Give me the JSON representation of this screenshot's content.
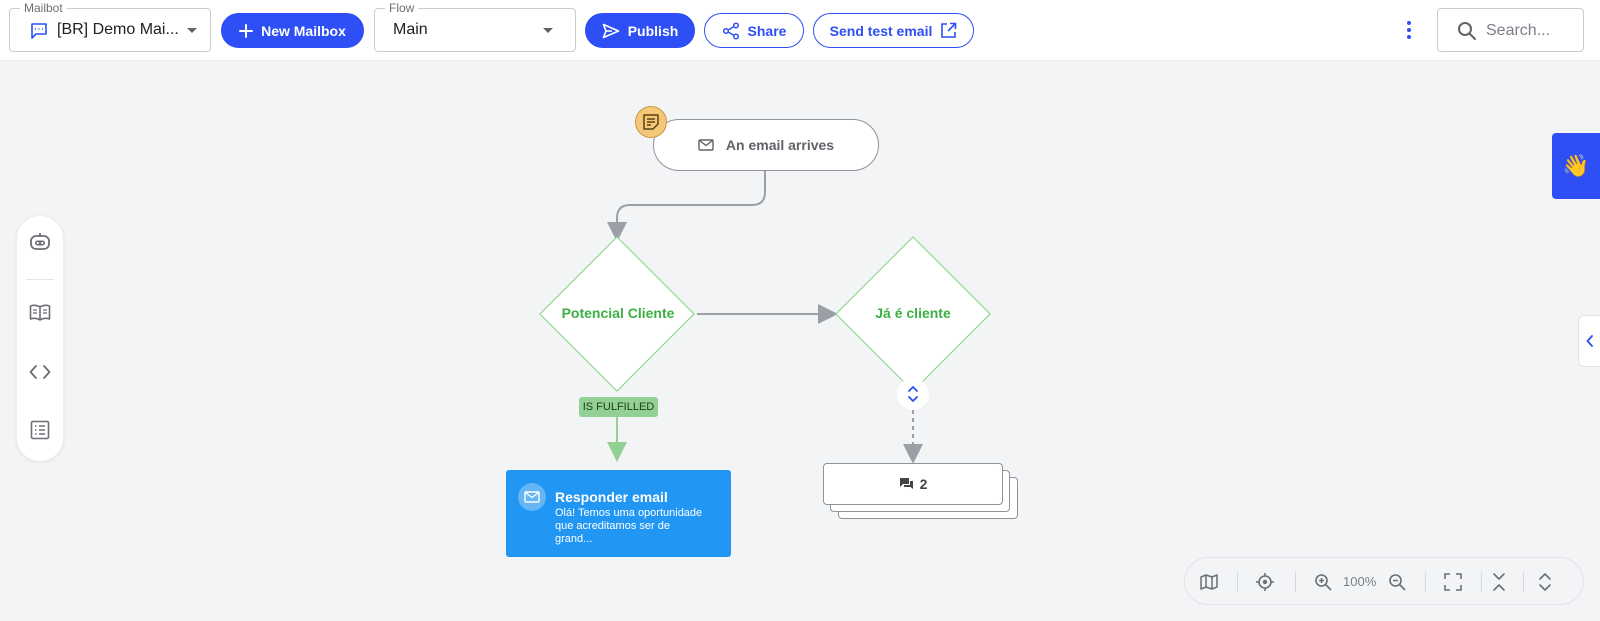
{
  "toolbar": {
    "mailbot": {
      "label": "Mailbot",
      "value": "[BR] Demo Mai..."
    },
    "new_mailbox_label": "New Mailbox",
    "flow": {
      "label": "Flow",
      "value": "Main"
    },
    "publish_label": "Publish",
    "share_label": "Share",
    "send_test_label": "Send test email",
    "search_placeholder": "Search..."
  },
  "flow": {
    "trigger": {
      "label": "An email arrives"
    },
    "conditions": [
      {
        "label": "Potencial Cliente"
      },
      {
        "label": "Já é cliente"
      }
    ],
    "branch_badge": "IS FULFILLED",
    "action": {
      "title": "Responder email",
      "description": "Olá! Temos uma oportunidade que acreditamos ser de grand..."
    },
    "grouped_nodes_count": "2"
  },
  "help_tab_emoji": "👋",
  "zoom": {
    "level": "100%"
  },
  "colors": {
    "primary": "#2d4ff5",
    "condition_green": "#3cb043",
    "action_blue": "#2196f3",
    "fulfilled_badge": "#93d093",
    "note_badge": "#f5c879"
  },
  "icons": {
    "left_rail": [
      "robot-icon",
      "book-icon",
      "code-icon",
      "list-icon"
    ],
    "controls": [
      "map-icon",
      "locate-icon",
      "zoom-in-icon",
      "zoom-out-icon",
      "fullscreen-icon",
      "collapse-icon",
      "expand-icon"
    ]
  }
}
